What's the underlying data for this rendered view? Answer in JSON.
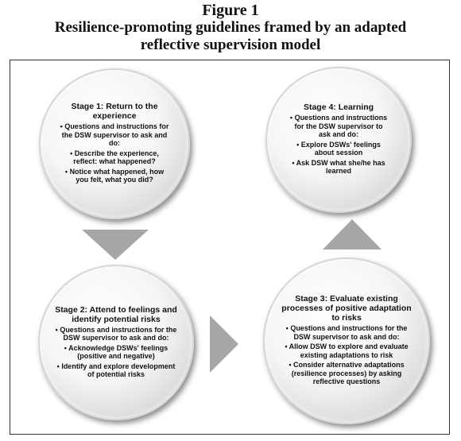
{
  "figure": {
    "label": "Figure 1",
    "title_line1": "Resilience-promoting guidelines framed by an adapted",
    "title_line2": "reflective supervision model"
  },
  "colors": {
    "circle_fill": "#f4f4f4",
    "circle_edge": "#bdbdbd",
    "arrow": "#a6a6a6"
  },
  "stages": {
    "stage1": {
      "heading": "Stage 1: Return to the experience",
      "bullets": [
        "Questions and instructions for the DSW supervisor to ask and do:",
        "Describe the experience, reflect: what happened?",
        "Notice what happened, how you felt, what you did?"
      ]
    },
    "stage2": {
      "heading": "Stage 2: Attend to feelings and identify potential risks",
      "bullets": [
        "Questions and instructions for the DSW supervisor to ask and do:",
        "Acknowledge DSWs' feelings (positive and negative)",
        "Identify and explore development of potential risks"
      ]
    },
    "stage3": {
      "heading": "Stage 3: Evaluate existing processes of positive adaptation to risks",
      "bullets": [
        "Questions and instructions for the DSW supervisor to ask and do:",
        "Allow DSW to explore and evaluate existing adaptations to risk",
        "Consider alternative adaptations (resilience processes) by asking reflective questions"
      ]
    },
    "stage4": {
      "heading": "Stage 4: Learning",
      "bullets": [
        "Questions and instructions for the DSW supervisor to ask and do:",
        "Explore DSWs' feelings about session",
        "Ask DSW what she/he has learned"
      ]
    }
  }
}
